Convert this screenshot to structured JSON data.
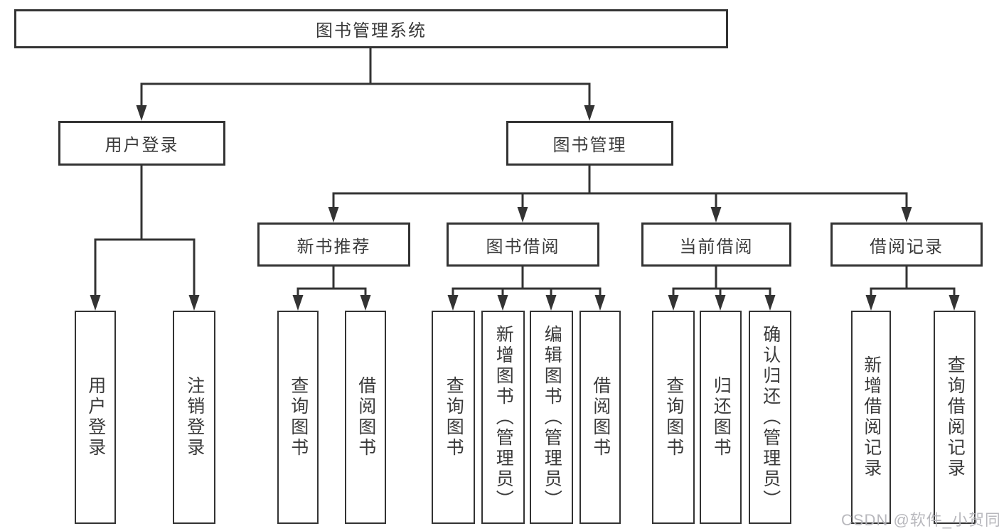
{
  "diagram": {
    "root": {
      "label": "图书管理系统"
    },
    "level2": {
      "user_login": {
        "label": "用户登录"
      },
      "book_management": {
        "label": "图书管理"
      }
    },
    "level3": {
      "new_book_recommend": {
        "label": "新书推荐"
      },
      "book_borrow": {
        "label": "图书借阅"
      },
      "current_borrow": {
        "label": "当前借阅"
      },
      "borrow_records": {
        "label": "借阅记录"
      }
    },
    "leaves": {
      "user_login": [
        "用户登录",
        "注销登录"
      ],
      "new_book_recommend": [
        "查询图书",
        "借阅图书"
      ],
      "book_borrow": [
        "查询图书",
        "新增图书（管理员）",
        "编辑图书（管理员）",
        "借阅图书"
      ],
      "current_borrow": [
        "查询图书",
        "归还图书",
        "确认归还（管理员）"
      ],
      "borrow_records": [
        "新增借阅记录",
        "查询借阅记录"
      ]
    }
  },
  "watermark": {
    "text": "CSDN @软件_小贺同学",
    "color": "#b1b1b6"
  },
  "colors": {
    "line": "#333333",
    "text": "#3a3a3a",
    "box_background": "#ffffff",
    "page_background": "#ffffff"
  }
}
